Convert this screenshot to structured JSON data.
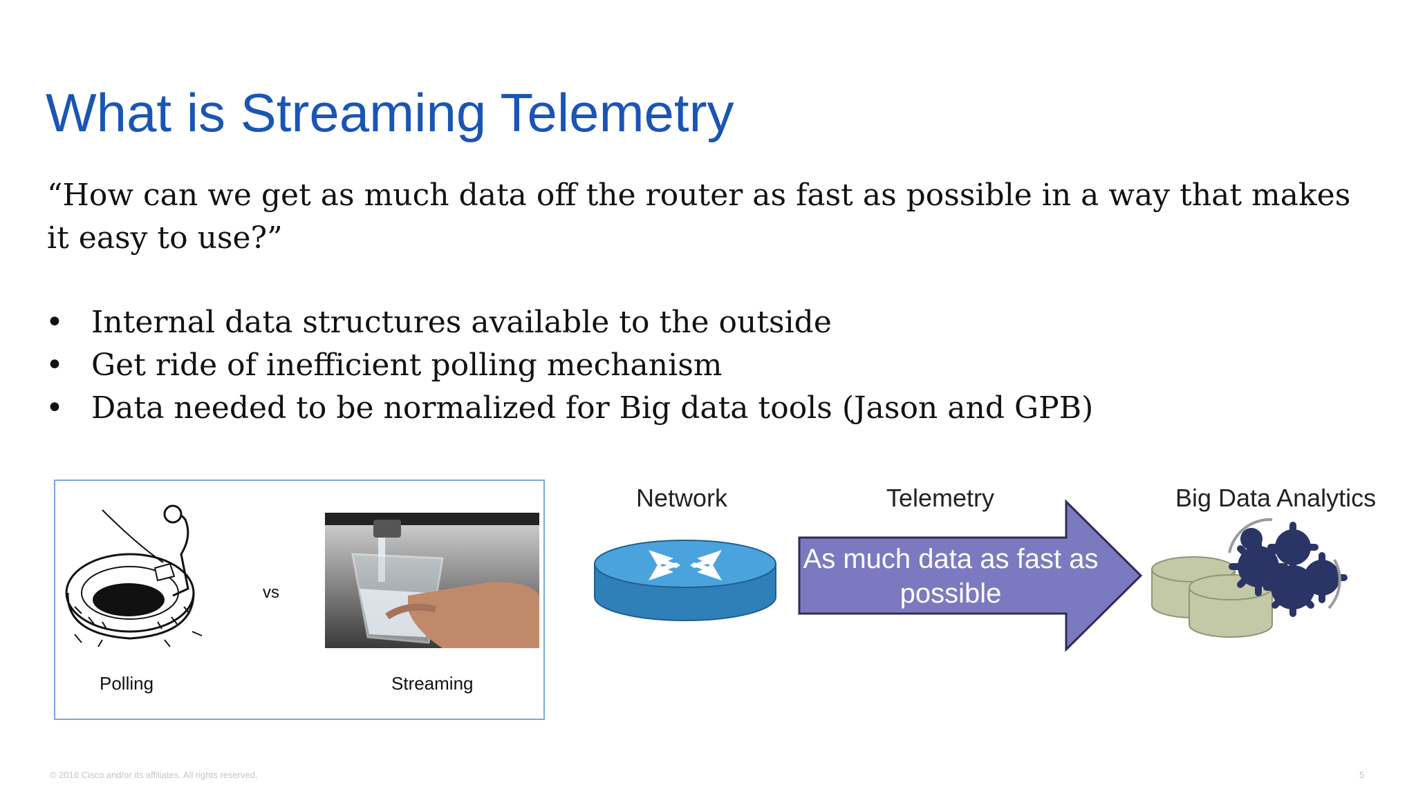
{
  "slide": {
    "title": "What is Streaming Telemetry",
    "quote": "“How can we get as much data off the router as fast as possible in a way that makes it easy to use?”",
    "bullets": [
      "Internal data structures available to the outside",
      "Get ride of inefficient polling mechanism",
      "Data needed to be normalized for Big data tools (Jason and GPB)"
    ],
    "bullet_glyph": "•"
  },
  "figure": {
    "polling_label": "Polling",
    "vs_label": "vs",
    "streaming_label": "Streaming",
    "network_label": "Network",
    "telemetry_label": "Telemetry",
    "analytics_label": "Big Data Analytics",
    "arrow_text": "As much data as fast as possible"
  },
  "footer": {
    "copyright": "© 2016 Cisco and/or its affiliates. All rights reserved.",
    "page_number": "5"
  },
  "colors": {
    "title": "#1a55b5",
    "router_blue": "#3f93cf",
    "arrow_purple": "#7b7ac0",
    "gear_navy": "#2a3566",
    "disk_olive": "#c3c8a6"
  }
}
